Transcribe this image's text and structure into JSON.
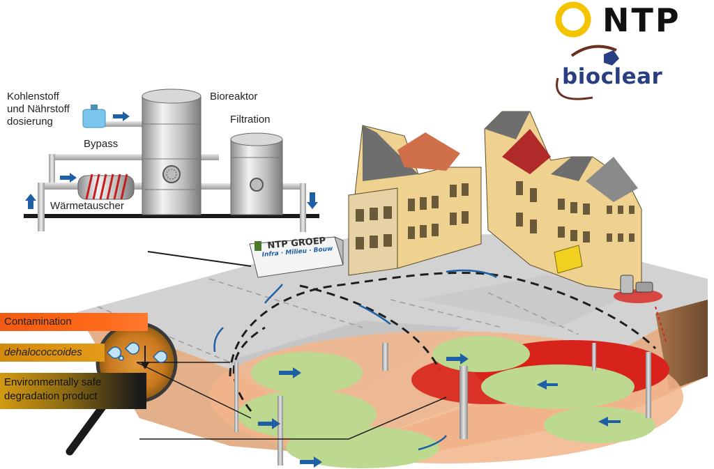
{
  "brand": {
    "ntp_logo": "NTP",
    "bioclear_logo": "bioclear"
  },
  "labels": {
    "dosing": "Kohlenstoff und Nährstoff dosierung",
    "bioreactor": "Bioreaktor",
    "filtration": "Filtration",
    "bypass": "Bypass",
    "heat_exchanger": "Wärmetauscher"
  },
  "container_sign": {
    "title": "NTP GROEP",
    "subtitle": "Infra · Milieu · Bouw"
  },
  "legend": {
    "contamination": "Contamination",
    "bacteria": "dehalococcoides",
    "product": "Environmentally safe degradation product"
  },
  "colors": {
    "contamination_red": "#d8231c",
    "plume_orange": "#f2b48a",
    "treated_green": "#bcd98f",
    "flow_blue": "#1f5fa4",
    "ntp_yellow": "#f5c400",
    "bioclear_blue": "#2a3f83"
  }
}
